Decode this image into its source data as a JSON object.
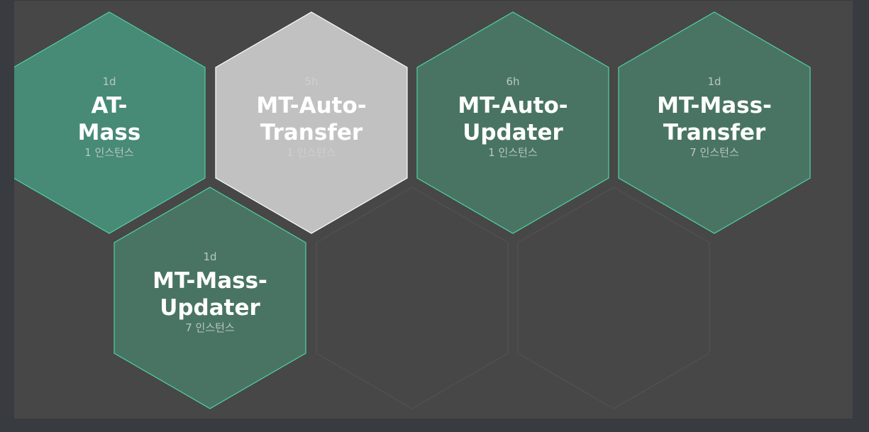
{
  "colors": {
    "page_background": "#383c40",
    "panel_background": "#474747",
    "hex_fill_primary": "#478a76",
    "hex_fill_secondary": "#497463",
    "hex_stroke_active": "#4fd1a3",
    "hex_fill_inactive": "#c1c1c1",
    "hex_stroke_inactive": "#ffffff",
    "hex_empty_stroke": "#545454"
  },
  "hexagons": [
    {
      "id": "at-mass",
      "age": "1d",
      "name_line1": "AT-",
      "name_line2": "Mass",
      "count": "1 인스턴스",
      "state": "active",
      "fill": "primary"
    },
    {
      "id": "mt-auto-transfer",
      "age": "5h",
      "name_line1": "MT-Auto-",
      "name_line2": "Transfer",
      "count": "1 인스턴스",
      "state": "inactive",
      "fill": "inactive"
    },
    {
      "id": "mt-auto-updater",
      "age": "6h",
      "name_line1": "MT-Auto-",
      "name_line2": "Updater",
      "count": "1 인스턴스",
      "state": "active",
      "fill": "secondary"
    },
    {
      "id": "mt-mass-transfer",
      "age": "1d",
      "name_line1": "MT-Mass-",
      "name_line2": "Transfer",
      "count": "7 인스턴스",
      "state": "active",
      "fill": "secondary"
    },
    {
      "id": "mt-mass-updater",
      "age": "1d",
      "name_line1": "MT-Mass-",
      "name_line2": "Updater",
      "count": "7 인스턴스",
      "state": "active",
      "fill": "secondary"
    }
  ],
  "empty_slots": 2
}
